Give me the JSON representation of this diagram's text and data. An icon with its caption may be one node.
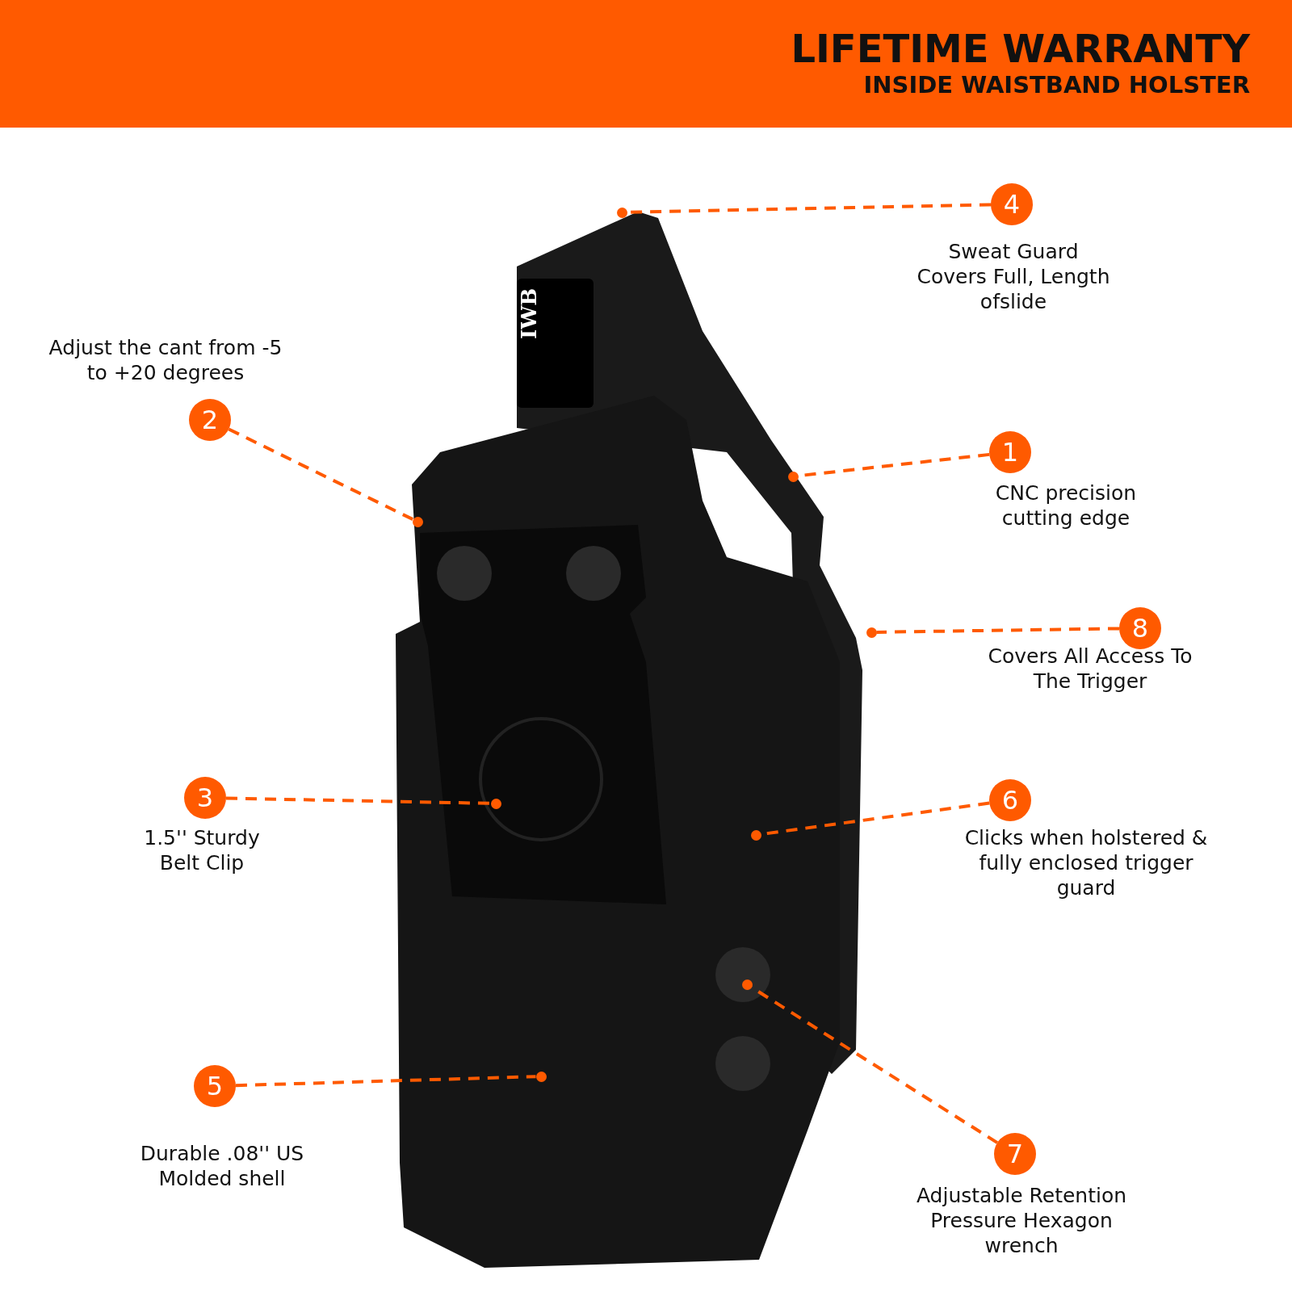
{
  "diagram": {
    "title": "LIFETIME WARRANTY",
    "nodes": [
      {
        "text": [
          "4"
        ],
        "beside": [
          "Sweat Guard Covers Full, Length ofslide"
        ]
      },
      {
        "text": [
          "2"
        ],
        "beside": [
          "Adjust the cant from -5 to +20 degrees"
        ]
      },
      {
        "text": [
          "1"
        ],
        "beside": [
          "CNC precision cutting edge"
        ]
      },
      {
        "text": [
          "8"
        ],
        "beside": [
          "Covers All Access To The Trigger"
        ]
      },
      {
        "text": [
          "3"
        ],
        "beside": [
          "1.5'' Sturdy Belt Clip"
        ]
      },
      {
        "text": [
          "6"
        ],
        "beside": [
          "Clicks when holstered & fully enclosed trigger guard"
        ]
      },
      {
        "text": [
          "5"
        ],
        "beside": [
          "Durable .08'' US Molded shell"
        ]
      },
      {
        "text": [
          "7"
        ],
        "beside": [
          "Adjustable Retention Pressure Hexagon wrench"
        ]
      },
      {
        "text": [],
        "shape": "circle"
      },
      {
        "text": [],
        "shape": "circle"
      },
      {
        "text": [],
        "shape": "circle"
      },
      {
        "text": [],
        "shape": "circle"
      },
      {
        "text": [],
        "shape": "circle"
      },
      {
        "text": [],
        "shape": "circle"
      },
      {
        "text": [],
        "shape": "circle"
      },
      {
        "text": [],
        "shape": "circle"
      }
    ],
    "edges": [
      {
        "from": 0,
        "to": 8,
        "arrow": "none",
        "style": "dashed"
      },
      {
        "from": 1,
        "to": 9,
        "arrow": "none",
        "style": "dashed"
      },
      {
        "from": 2,
        "to": 10,
        "arrow": "none",
        "style": "dashed"
      },
      {
        "from": 3,
        "to": 11,
        "arrow": "none",
        "style": "dashed"
      },
      {
        "from": 4,
        "to": 12,
        "arrow": "none",
        "style": "dashed"
      },
      {
        "from": 5,
        "to": 13,
        "arrow": "none",
        "style": "dashed"
      },
      {
        "from": 6,
        "to": 14,
        "arrow": "none",
        "style": "dashed"
      },
      {
        "from": 7,
        "to": 15,
        "arrow": "none",
        "style": "dashed"
      }
    ],
    "labels": [
      "INSIDE WAISTBAND HOLSTER",
      "IWB"
    ]
  }
}
